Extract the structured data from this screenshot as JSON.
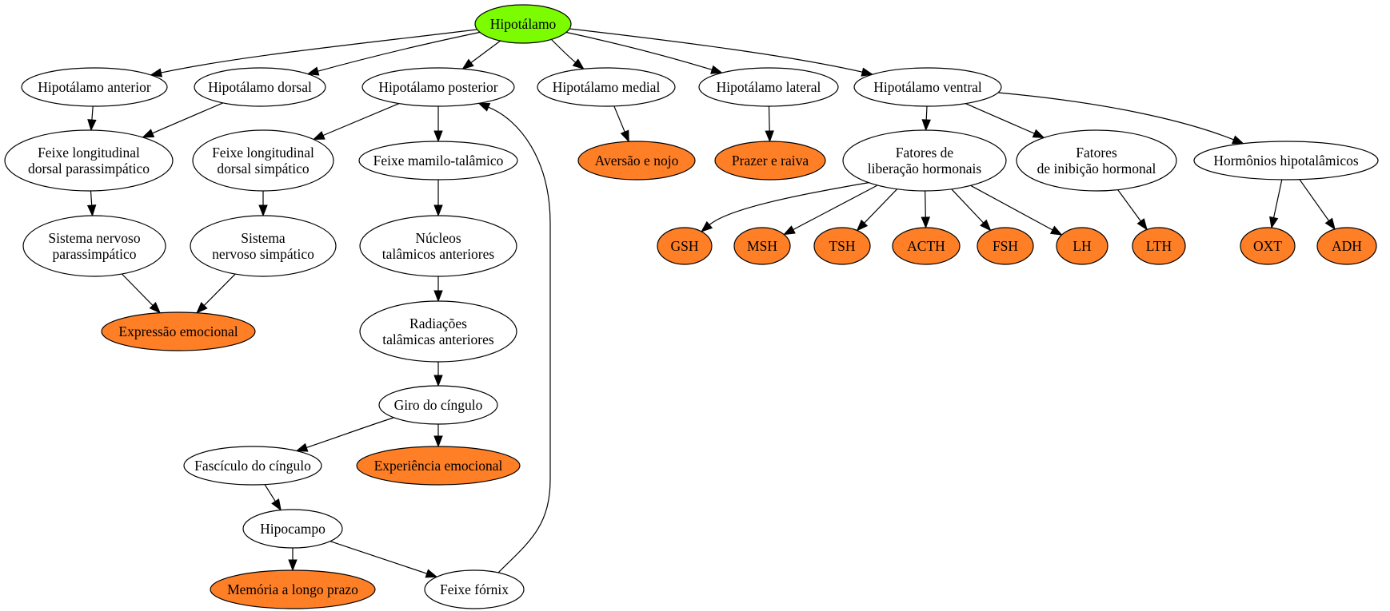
{
  "colors": {
    "root_fill": "#7cfc00",
    "leaf_fill": "#ff7f27",
    "node_fill": "#ffffff",
    "stroke": "#000000"
  },
  "nodes": {
    "hipotalamo": {
      "lines": [
        "Hipotálamo"
      ],
      "kind": "root"
    },
    "hip_anterior": {
      "lines": [
        "Hipotálamo anterior"
      ],
      "kind": "node"
    },
    "hip_dorsal": {
      "lines": [
        "Hipotálamo dorsal"
      ],
      "kind": "node"
    },
    "hip_posterior": {
      "lines": [
        "Hipotálamo posterior"
      ],
      "kind": "node"
    },
    "hip_medial": {
      "lines": [
        "Hipotálamo medial"
      ],
      "kind": "node"
    },
    "hip_lateral": {
      "lines": [
        "Hipotálamo lateral"
      ],
      "kind": "node"
    },
    "hip_ventral": {
      "lines": [
        "Hipotálamo ventral"
      ],
      "kind": "node"
    },
    "feixe_parass": {
      "lines": [
        "Feixe longitudinal",
        "dorsal parassimpático"
      ],
      "kind": "node"
    },
    "feixe_simp": {
      "lines": [
        "Feixe longitudinal",
        "dorsal simpático"
      ],
      "kind": "node"
    },
    "feixe_mamilo": {
      "lines": [
        "Feixe mamilo-talâmico"
      ],
      "kind": "node"
    },
    "aversao": {
      "lines": [
        "Aversão e nojo"
      ],
      "kind": "leaf"
    },
    "prazer": {
      "lines": [
        "Prazer e raiva"
      ],
      "kind": "leaf"
    },
    "fatores_lib": {
      "lines": [
        "Fatores de",
        "liberação hormonais"
      ],
      "kind": "node"
    },
    "fatores_inib": {
      "lines": [
        "Fatores",
        "de inibição hormonal"
      ],
      "kind": "node"
    },
    "hormonios": {
      "lines": [
        "Hormônios hipotalâmicos"
      ],
      "kind": "node"
    },
    "sn_parass": {
      "lines": [
        "Sistema nervoso",
        "parassimpático"
      ],
      "kind": "node"
    },
    "sn_simp": {
      "lines": [
        "Sistema",
        "nervoso simpático"
      ],
      "kind": "node"
    },
    "nucleos": {
      "lines": [
        "Núcleos",
        "talâmicos anteriores"
      ],
      "kind": "node"
    },
    "gsh": {
      "lines": [
        "GSH"
      ],
      "kind": "leaf"
    },
    "msh": {
      "lines": [
        "MSH"
      ],
      "kind": "leaf"
    },
    "tsh": {
      "lines": [
        "TSH"
      ],
      "kind": "leaf"
    },
    "acth": {
      "lines": [
        "ACTH"
      ],
      "kind": "leaf"
    },
    "fsh": {
      "lines": [
        "FSH"
      ],
      "kind": "leaf"
    },
    "lh": {
      "lines": [
        "LH"
      ],
      "kind": "leaf"
    },
    "lth": {
      "lines": [
        "LTH"
      ],
      "kind": "leaf"
    },
    "oxt": {
      "lines": [
        "OXT"
      ],
      "kind": "leaf"
    },
    "adh": {
      "lines": [
        "ADH"
      ],
      "kind": "leaf"
    },
    "expressao": {
      "lines": [
        "Expressão emocional"
      ],
      "kind": "leaf"
    },
    "radiacoes": {
      "lines": [
        "Radiações",
        "talâmicas anteriores"
      ],
      "kind": "node"
    },
    "giro": {
      "lines": [
        "Giro do cíngulo"
      ],
      "kind": "node"
    },
    "fasciculo": {
      "lines": [
        "Fascículo do cíngulo"
      ],
      "kind": "node"
    },
    "experiencia": {
      "lines": [
        "Experiência emocional"
      ],
      "kind": "leaf"
    },
    "hipocampo": {
      "lines": [
        "Hipocampo"
      ],
      "kind": "node"
    },
    "memoria": {
      "lines": [
        "Memória a longo prazo"
      ],
      "kind": "leaf"
    },
    "fornix": {
      "lines": [
        "Feixe fórnix"
      ],
      "kind": "node"
    }
  },
  "edges": [
    [
      "hipotalamo",
      "hip_anterior"
    ],
    [
      "hipotalamo",
      "hip_dorsal"
    ],
    [
      "hipotalamo",
      "hip_posterior"
    ],
    [
      "hipotalamo",
      "hip_medial"
    ],
    [
      "hipotalamo",
      "hip_lateral"
    ],
    [
      "hipotalamo",
      "hip_ventral"
    ],
    [
      "hip_anterior",
      "feixe_parass"
    ],
    [
      "hip_dorsal",
      "feixe_parass"
    ],
    [
      "hip_posterior",
      "feixe_simp"
    ],
    [
      "hip_posterior",
      "feixe_mamilo"
    ],
    [
      "hip_medial",
      "aversao"
    ],
    [
      "hip_lateral",
      "prazer"
    ],
    [
      "hip_ventral",
      "fatores_lib"
    ],
    [
      "hip_ventral",
      "fatores_inib"
    ],
    [
      "hip_ventral",
      "hormonios"
    ],
    [
      "feixe_parass",
      "sn_parass"
    ],
    [
      "feixe_simp",
      "sn_simp"
    ],
    [
      "feixe_mamilo",
      "nucleos"
    ],
    [
      "fatores_lib",
      "gsh"
    ],
    [
      "fatores_lib",
      "msh"
    ],
    [
      "fatores_lib",
      "tsh"
    ],
    [
      "fatores_lib",
      "acth"
    ],
    [
      "fatores_lib",
      "fsh"
    ],
    [
      "fatores_lib",
      "lh"
    ],
    [
      "fatores_inib",
      "lth"
    ],
    [
      "hormonios",
      "oxt"
    ],
    [
      "hormonios",
      "adh"
    ],
    [
      "sn_parass",
      "expressao"
    ],
    [
      "sn_simp",
      "expressao"
    ],
    [
      "nucleos",
      "radiacoes"
    ],
    [
      "radiacoes",
      "giro"
    ],
    [
      "giro",
      "fasciculo"
    ],
    [
      "giro",
      "experiencia"
    ],
    [
      "fasciculo",
      "hipocampo"
    ],
    [
      "hipocampo",
      "memoria"
    ],
    [
      "hipocampo",
      "fornix"
    ],
    [
      "fornix",
      "hip_posterior"
    ]
  ]
}
